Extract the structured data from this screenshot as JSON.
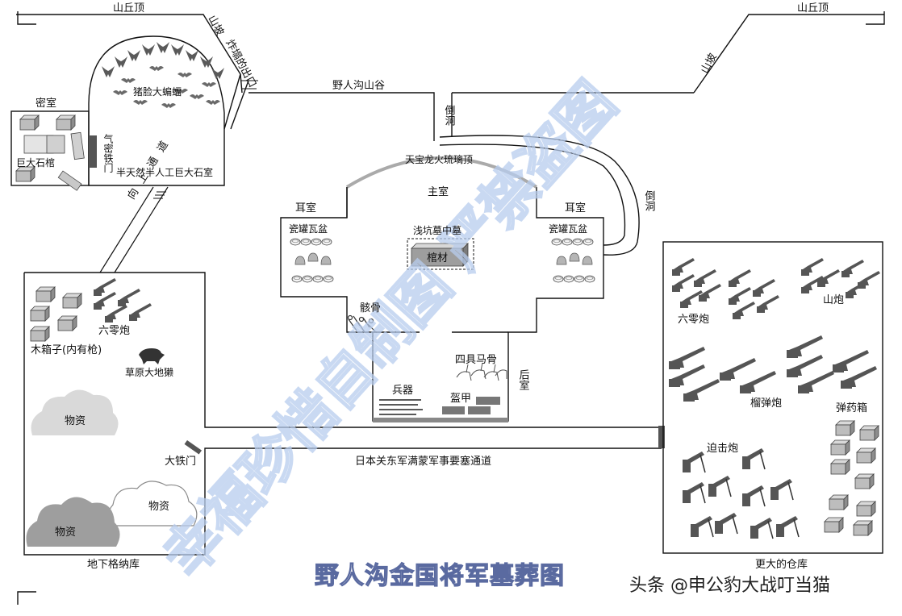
{
  "title": "野人沟金国将军墓葬图",
  "credit": "头条 @申公豹大战叮当猫",
  "watermark": "幸福珍惜自制图 严禁盗图",
  "labels": {
    "hilltop_left": "山丘顶",
    "hilltop_right": "山丘顶",
    "slope_left": "山坡",
    "slope_right": "山坡",
    "blast_exit": "炸塌的出口",
    "valley": "野人沟山谷",
    "bat_cave": "猪脸大蝙蝠",
    "secret_room": "密室",
    "giant_coffin": "巨大石棺",
    "airlock_door": "气密铁门",
    "stone_chamber": "半天然半人工巨大石室",
    "inverted_cave_1": "倒洞",
    "inverted_cave_2": "倒洞",
    "glazed_dome": "天宝龙火琉璃顶",
    "main_chamber": "主室",
    "ear_room_left": "耳室",
    "ear_room_right": "耳室",
    "jars_left": "瓷罐瓦盆",
    "jars_right": "瓷罐瓦盆",
    "shallow_pit": "浅坑墓中墓",
    "coffin": "棺材",
    "skeletons": "骸骨",
    "up_passage": "向上通道",
    "four_horses": "四具马骨",
    "rear_room": "后室",
    "weapons": "兵器",
    "armor": "盔甲",
    "type60_left": "六零炮",
    "wooden_crates": "木箱子(内有枪)",
    "badger": "草原大地獭",
    "supplies_1": "物资",
    "supplies_2": "物资",
    "supplies_3": "物资",
    "big_iron_door": "大铁门",
    "tunnel": "日本关东军满蒙军事要塞通道",
    "depot_left": "地下格纳库",
    "depot_right": "更大的仓库",
    "type60_right": "六零炮",
    "mountain_gun": "山炮",
    "grenade_launcher": "榴弹炮",
    "ammo_box": "弹药箱",
    "mortar": "迫击炮"
  },
  "colors": {
    "watermark": "#b8cdee",
    "dome": "#aaaaaa",
    "cloud_light": "#d9d9d9",
    "cloud_dark": "#9e9e9e",
    "title_stroke": "#5a6aa0"
  }
}
